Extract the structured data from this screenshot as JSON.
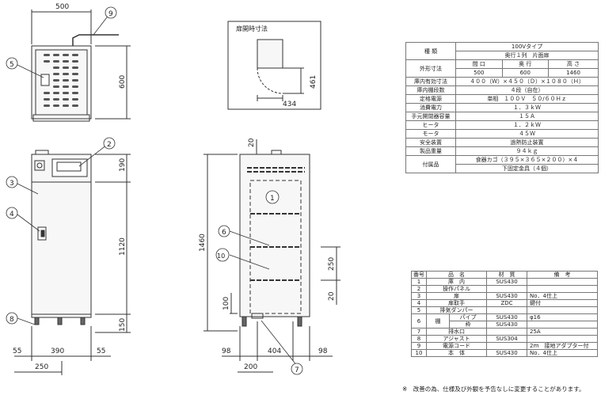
{
  "drawing": {
    "top_view": {
      "width_dim": "500",
      "depth_dim": "600"
    },
    "front_view": {
      "top_dim": "190",
      "mid_dim": "1120",
      "bottom_dim": "150",
      "left_margin": "55",
      "inner_width": "390",
      "right_margin": "55",
      "foot_offset": "250"
    },
    "side_view": {
      "top_dim": "20",
      "height_dim": "1460",
      "pipe_height_dim": "100",
      "shelf_dim": "250",
      "left_off": "98",
      "inner_depth": "404",
      "right_off": "98",
      "drain_dim": "200",
      "bottom_dim": "20"
    },
    "door_open_box": {
      "title": "扉開時寸法",
      "width_dim": "434",
      "depth_dim": "461"
    },
    "callouts": {
      "c1": "1",
      "c2": "2",
      "c3": "3",
      "c4": "4",
      "c5": "5",
      "c6": "6",
      "c7": "7",
      "c8": "8",
      "c9": "9",
      "c10": "10"
    }
  },
  "spec_table": {
    "type_label": "種 類",
    "type_line1": "100Vタイプ",
    "type_line2": "奥行１列　片面扉",
    "outer_dim_label": "外形寸法",
    "col_width": "間 口",
    "col_depth": "奥 行",
    "col_height": "高 さ",
    "val_width": "500",
    "val_depth": "600",
    "val_height": "1460",
    "rows": [
      {
        "label": "庫内有効寸法",
        "value": "４００（Ｗ）×４５０（Ｄ）×１０８０（Ｈ）"
      },
      {
        "label": "庫内棚段数",
        "value": "４段（自在）"
      },
      {
        "label": "定格電源",
        "value": "単相　１００Ｖ　５０/６０Ｈｚ"
      },
      {
        "label": "消費電力",
        "value": "１．３ｋＷ"
      },
      {
        "label": "手元開閉器容量",
        "value": "１５Ａ"
      },
      {
        "label": "ヒータ",
        "value": "１．２ｋＷ"
      },
      {
        "label": "モータ",
        "value": "４５Ｗ"
      },
      {
        "label": "安全装置",
        "value": "過熱防止装置"
      },
      {
        "label": "製品重量",
        "value": "９４ｋｇ"
      }
    ],
    "accessory_label": "付属品",
    "accessory_line1": "食器カゴ（３９５×３６５×２００）×４",
    "accessory_line2": "下固定金具（４個）"
  },
  "parts_table": {
    "header": {
      "no": "番号",
      "name": "品　名",
      "material": "材　質",
      "remarks": "備　考"
    },
    "rows": [
      {
        "no": "1",
        "name": "庫　内",
        "sub": "",
        "material": "SUS430",
        "remarks": ""
      },
      {
        "no": "2",
        "name": "操作パネル",
        "sub": "",
        "material": "",
        "remarks": ""
      },
      {
        "no": "3",
        "name": "扉",
        "sub": "",
        "material": "SUS430",
        "remarks": "No．4仕上"
      },
      {
        "no": "4",
        "name": "扉取手",
        "sub": "",
        "material": "ZDC",
        "remarks": "鍵付"
      },
      {
        "no": "5",
        "name": "排気ダンパー",
        "sub": "",
        "material": "",
        "remarks": ""
      },
      {
        "no": "6",
        "name": "棚",
        "sub": "パイプ",
        "material": "SUS430",
        "remarks": "φ16"
      },
      {
        "no": "",
        "name": "",
        "sub": "枠",
        "material": "SUS430",
        "remarks": ""
      },
      {
        "no": "7",
        "name": "排水口",
        "sub": "",
        "material": "",
        "remarks": "25A"
      },
      {
        "no": "8",
        "name": "アジャスト",
        "sub": "",
        "material": "SUS304",
        "remarks": ""
      },
      {
        "no": "9",
        "name": "電源コード",
        "sub": "",
        "material": "",
        "remarks": "2ｍ　接地アダプター付"
      },
      {
        "no": "10",
        "name": "本　体",
        "sub": "",
        "material": "SUS430",
        "remarks": "No．4仕上"
      }
    ]
  },
  "note": "※　改善の為、仕様及び外観を予告なしに変更することがあります。",
  "colors": {
    "line": "#333333",
    "body_fill": "#f7f7f7",
    "dim": "#222222"
  }
}
